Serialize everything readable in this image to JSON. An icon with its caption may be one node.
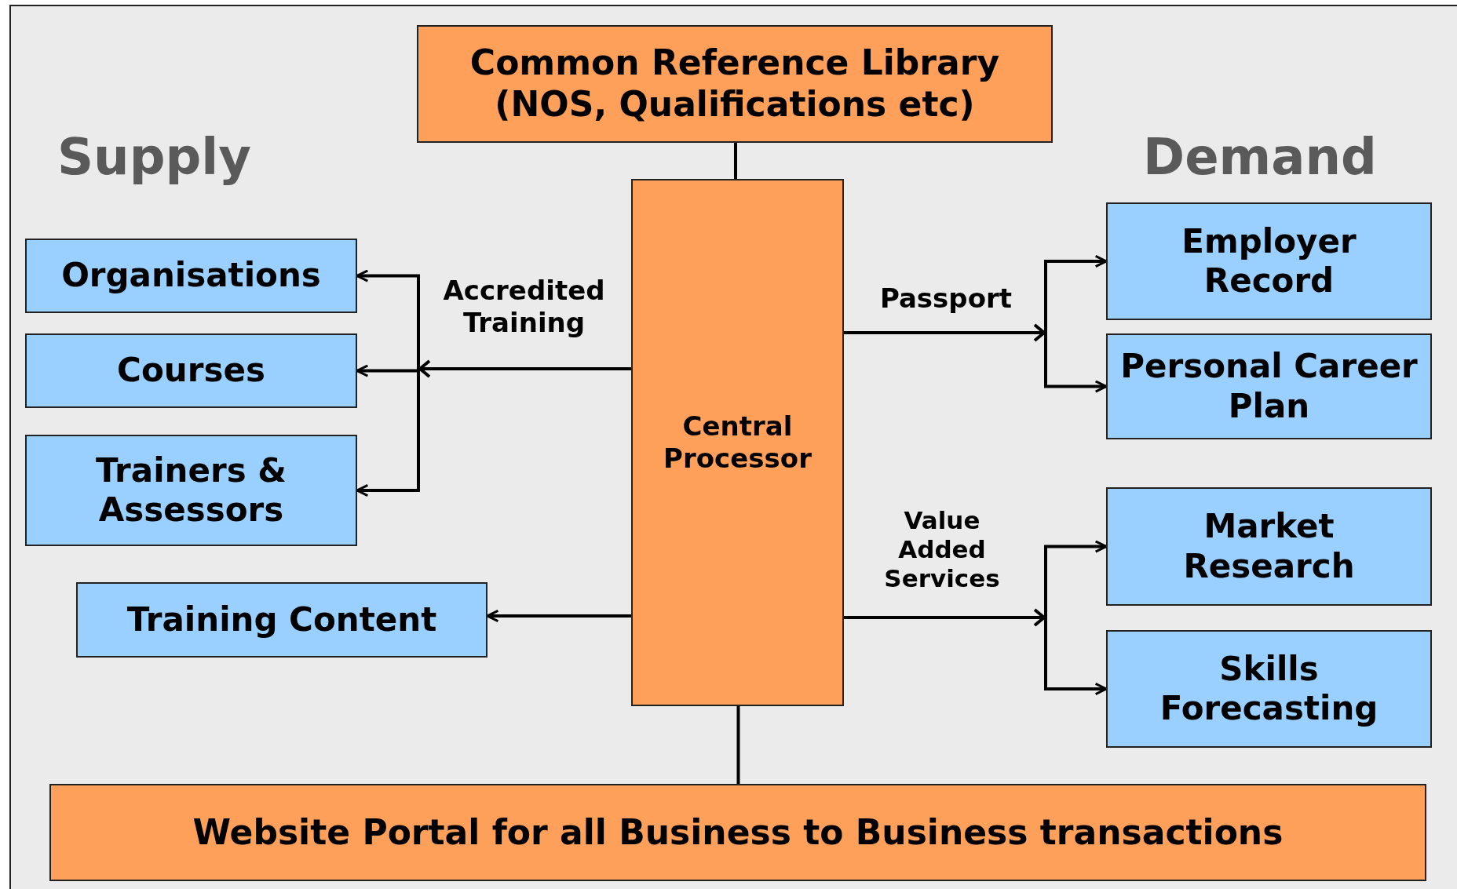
{
  "diagram": {
    "nodes": [
      {
        "text": [
          "Common Reference Library (NOS, Qualifications etc)"
        ]
      },
      {
        "text": [
          "Organisations"
        ]
      },
      {
        "text": [
          "Courses"
        ]
      },
      {
        "text": [
          "Trainers & Assessors"
        ]
      },
      {
        "text": [
          "Central Processor"
        ]
      },
      {
        "text": [
          "Employer Record"
        ]
      },
      {
        "text": [
          "Personal Career Plan"
        ]
      },
      {
        "text": [
          "Training Content"
        ]
      },
      {
        "text": [
          "Market Research"
        ]
      },
      {
        "text": [
          "Skills Forecasting"
        ]
      },
      {
        "text": [
          "Website Portal for all Business to Business transactions"
        ]
      }
    ],
    "edges": [
      {
        "from": 0,
        "to": 4,
        "arrow": "none"
      },
      {
        "from": 4,
        "to": 1,
        "arrow": "to"
      },
      {
        "from": 4,
        "to": 2,
        "arrow": "to",
        "label": "Accredited Training"
      },
      {
        "from": 4,
        "to": 3,
        "arrow": "to"
      },
      {
        "from": 4,
        "to": 7,
        "arrow": "to"
      },
      {
        "from": 4,
        "to": 5,
        "arrow": "to",
        "label": "Passport"
      },
      {
        "from": 4,
        "to": 6,
        "arrow": "to"
      },
      {
        "from": 4,
        "to": 8,
        "arrow": "to",
        "label": "Value Added Services"
      },
      {
        "from": 4,
        "to": 9,
        "arrow": "to"
      },
      {
        "from": 4,
        "to": 10,
        "arrow": "none"
      }
    ],
    "labels": [
      "Supply",
      "Demand"
    ]
  }
}
